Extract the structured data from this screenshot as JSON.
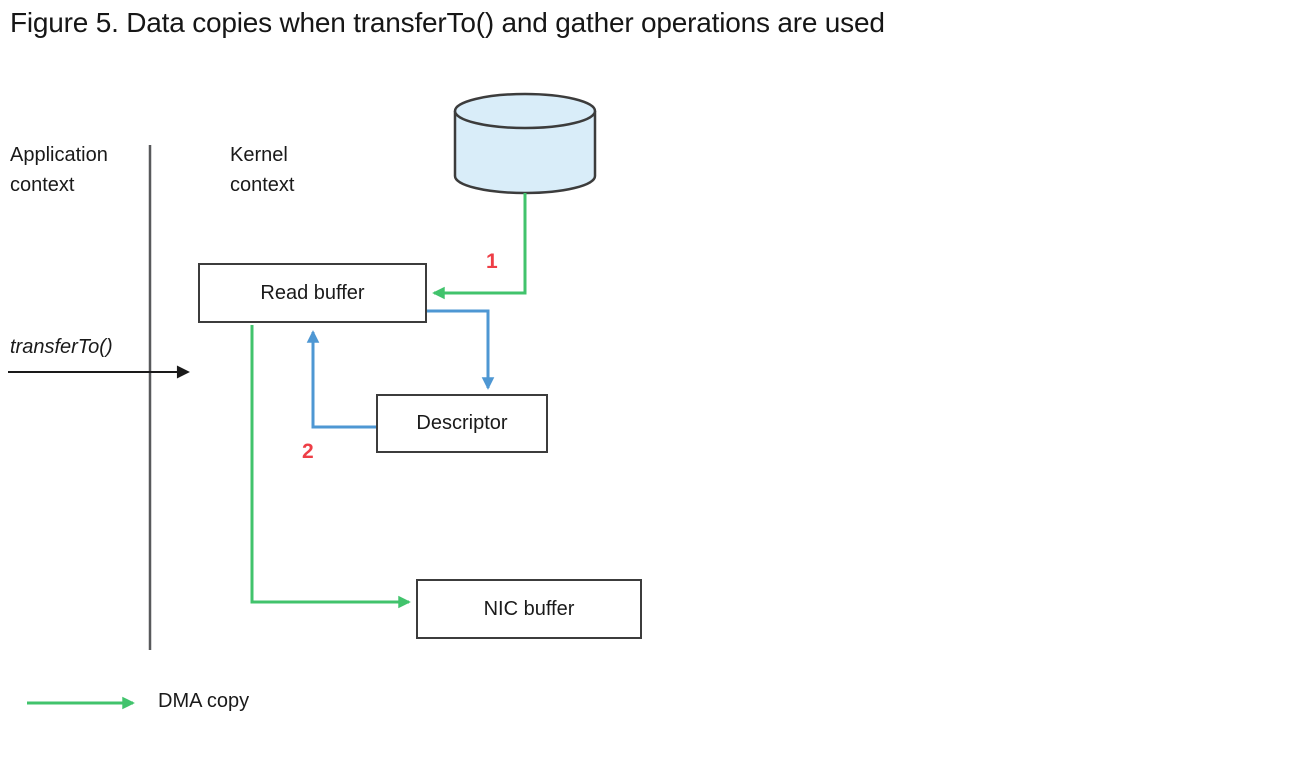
{
  "title": "Figure 5. Data copies when transferTo() and gather operations are used",
  "colors": {
    "dma_arrow_green": "#41c36c",
    "gather_arrow_blue": "#4e97d3",
    "step_number_red": "#ee3e46",
    "box_border": "#3c3c3c",
    "context_separator": "#58595b",
    "disk_fill": "#d9edf9",
    "text": "#1a1a1a",
    "title_text": "#161616"
  },
  "diagram": {
    "context_labels": {
      "application": "Application context",
      "kernel": "Kernel context"
    },
    "nodes": {
      "read_buffer": "Read buffer",
      "descriptor": "Descriptor",
      "nic_buffer": "NIC buffer"
    },
    "icons": {
      "disk": "disk-cylinder-icon"
    },
    "call_label": "transferTo()",
    "step_labels": {
      "step1": "1",
      "step2": "2"
    },
    "legend": {
      "dma_copy": "DMA copy"
    }
  }
}
